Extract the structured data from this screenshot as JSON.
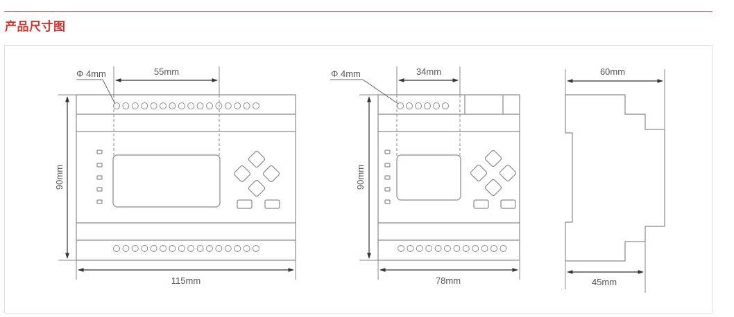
{
  "header": {
    "title": "产品尺寸图",
    "accent_color": "#d9302d"
  },
  "diagram": {
    "front_view_large": {
      "hole_label": "Φ 4mm",
      "hole_spacing_label": "55mm",
      "height_label": "90mm",
      "width_label": "115mm",
      "top_terminals": 16,
      "bottom_terminals": 16,
      "leds": 5,
      "nav_keys": 4,
      "function_keys": 2
    },
    "front_view_small": {
      "hole_label": "Φ 4mm",
      "hole_spacing_label": "34mm",
      "height_label": "90mm",
      "width_label": "78mm",
      "top_terminals": 6,
      "bottom_terminals": 12,
      "leds": 5,
      "nav_keys": 4,
      "function_keys": 2
    },
    "side_view": {
      "depth_label": "60mm",
      "rail_depth_label": "45mm"
    },
    "line_color": "#8a8a8a"
  }
}
